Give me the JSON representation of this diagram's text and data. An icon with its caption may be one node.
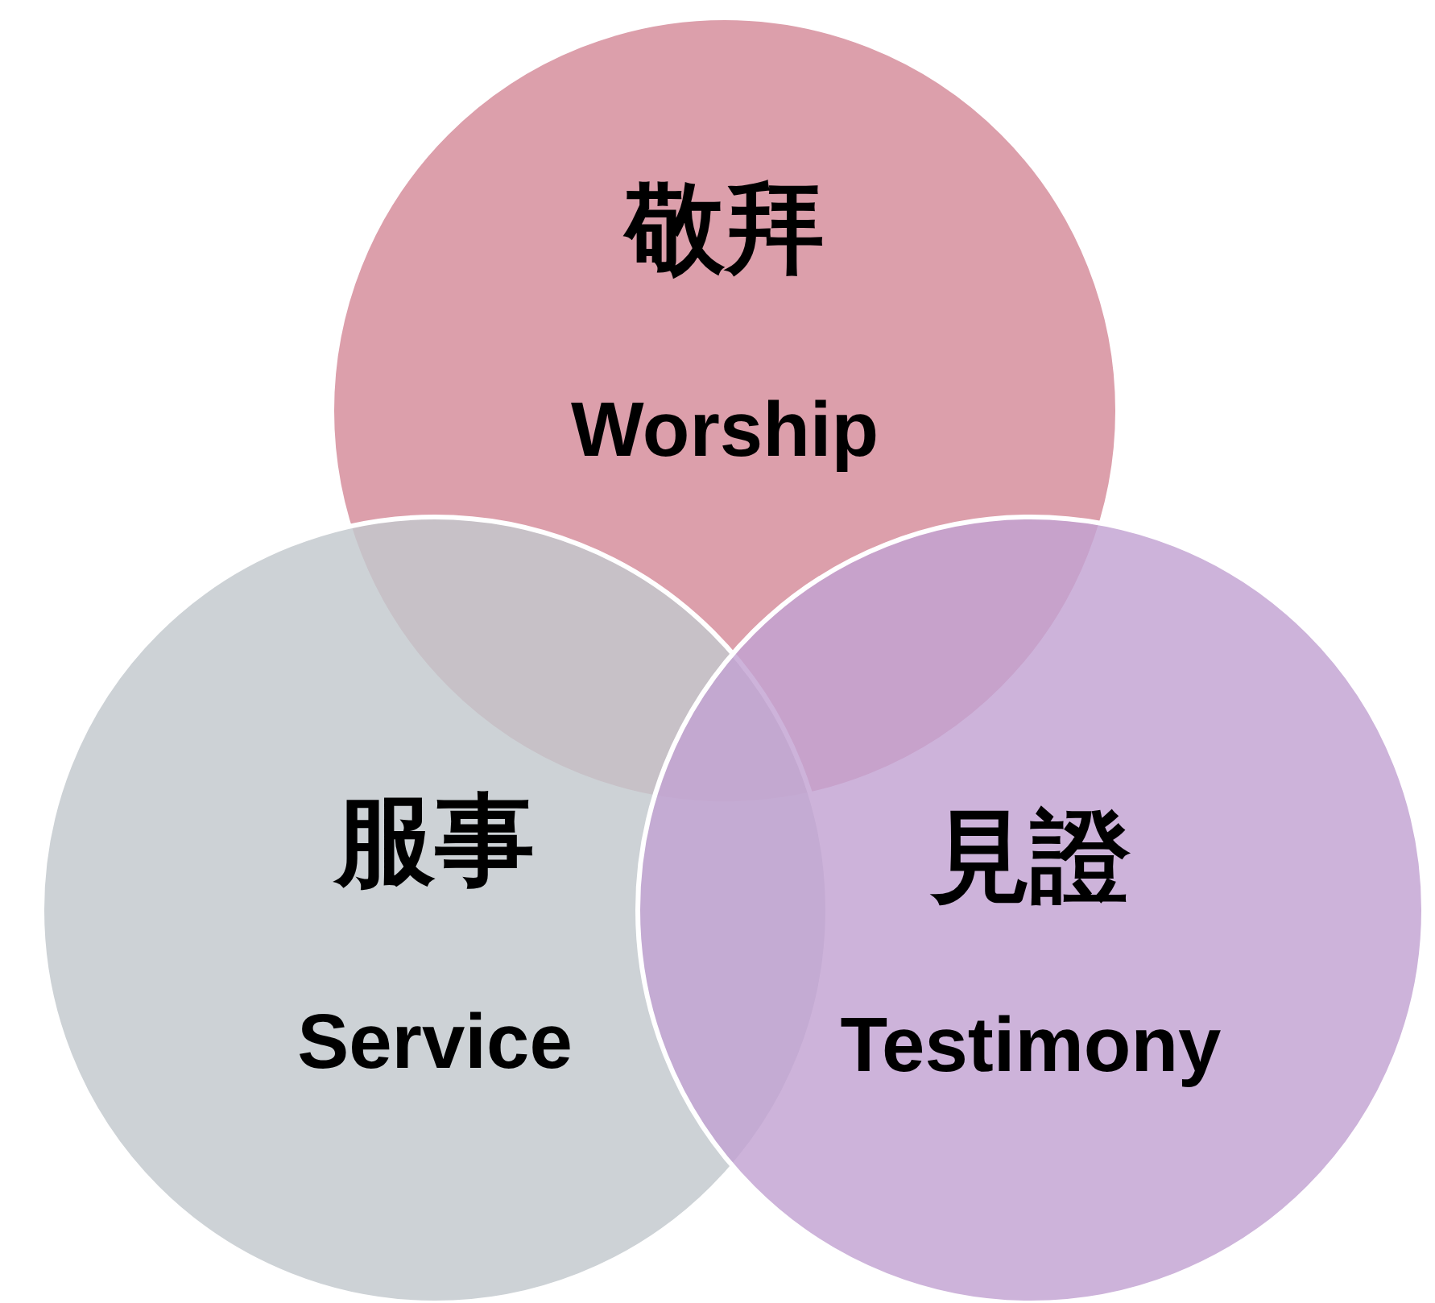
{
  "diagram": {
    "nodes": [
      {
        "text": [
          "敬拜",
          "Worship"
        ]
      },
      {
        "text": [
          "服事",
          "Service"
        ]
      },
      {
        "text": [
          "見證",
          "Testimony"
        ]
      }
    ]
  }
}
